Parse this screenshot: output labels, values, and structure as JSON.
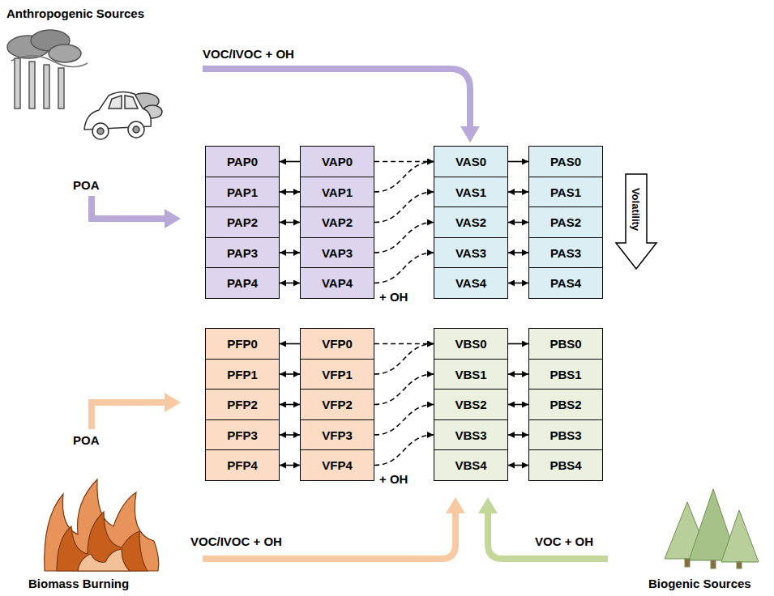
{
  "diagram": {
    "nodes": [
      {
        "text": [
          "PAP0"
        ]
      },
      {
        "text": [
          "PAP1"
        ]
      },
      {
        "text": [
          "PAP2"
        ]
      },
      {
        "text": [
          "PAP3"
        ]
      },
      {
        "text": [
          "PAP4"
        ]
      },
      {
        "text": [
          "VAP0"
        ]
      },
      {
        "text": [
          "VAP1"
        ]
      },
      {
        "text": [
          "VAP2"
        ]
      },
      {
        "text": [
          "VAP3"
        ]
      },
      {
        "text": [
          "VAP4"
        ]
      },
      {
        "text": [
          "VAS0"
        ]
      },
      {
        "text": [
          "VAS1"
        ]
      },
      {
        "text": [
          "VAS2"
        ]
      },
      {
        "text": [
          "VAS3"
        ]
      },
      {
        "text": [
          "VAS4"
        ]
      },
      {
        "text": [
          "PAS0"
        ]
      },
      {
        "text": [
          "PAS1"
        ]
      },
      {
        "text": [
          "PAS2"
        ]
      },
      {
        "text": [
          "PAS3"
        ]
      },
      {
        "text": [
          "PAS4"
        ]
      },
      {
        "text": [
          "PFP0"
        ]
      },
      {
        "text": [
          "PFP1"
        ]
      },
      {
        "text": [
          "PFP2"
        ]
      },
      {
        "text": [
          "PFP3"
        ]
      },
      {
        "text": [
          "PFP4"
        ]
      },
      {
        "text": [
          "VFP0"
        ]
      },
      {
        "text": [
          "VFP1"
        ]
      },
      {
        "text": [
          "VFP2"
        ]
      },
      {
        "text": [
          "VFP3"
        ]
      },
      {
        "text": [
          "VFP4"
        ]
      },
      {
        "text": [
          "VBS0"
        ]
      },
      {
        "text": [
          "VBS1"
        ]
      },
      {
        "text": [
          "VBS2"
        ]
      },
      {
        "text": [
          "VBS3"
        ]
      },
      {
        "text": [
          "VBS4"
        ]
      },
      {
        "text": [
          "PBS0"
        ]
      },
      {
        "text": [
          "PBS1"
        ]
      },
      {
        "text": [
          "PBS2"
        ]
      },
      {
        "text": [
          "PBS3"
        ]
      },
      {
        "text": [
          "PBS4"
        ]
      }
    ],
    "edges": [
      {
        "from": 5,
        "to": 0,
        "arrow": "to"
      },
      {
        "from": 1,
        "to": 6,
        "arrow": "both"
      },
      {
        "from": 2,
        "to": 7,
        "arrow": "both"
      },
      {
        "from": 3,
        "to": 8,
        "arrow": "both"
      },
      {
        "from": 4,
        "to": 9,
        "arrow": "both"
      },
      {
        "from": 5,
        "to": 10,
        "arrow": "to"
      },
      {
        "from": 6,
        "to": 10,
        "arrow": "to"
      },
      {
        "from": 7,
        "to": 11,
        "arrow": "to"
      },
      {
        "from": 8,
        "to": 12,
        "arrow": "to"
      },
      {
        "from": 9,
        "to": 13,
        "arrow": "to"
      },
      {
        "from": 10,
        "to": 15,
        "arrow": "to"
      },
      {
        "from": 11,
        "to": 16,
        "arrow": "both"
      },
      {
        "from": 12,
        "to": 17,
        "arrow": "both"
      },
      {
        "from": 13,
        "to": 18,
        "arrow": "both"
      },
      {
        "from": 14,
        "to": 19,
        "arrow": "both"
      },
      {
        "from": 25,
        "to": 20,
        "arrow": "to"
      },
      {
        "from": 21,
        "to": 26,
        "arrow": "both"
      },
      {
        "from": 22,
        "to": 27,
        "arrow": "both"
      },
      {
        "from": 23,
        "to": 28,
        "arrow": "both"
      },
      {
        "from": 24,
        "to": 29,
        "arrow": "both"
      },
      {
        "from": 25,
        "to": 30,
        "arrow": "to"
      },
      {
        "from": 26,
        "to": 30,
        "arrow": "to"
      },
      {
        "from": 27,
        "to": 31,
        "arrow": "to"
      },
      {
        "from": 28,
        "to": 32,
        "arrow": "to"
      },
      {
        "from": 29,
        "to": 33,
        "arrow": "to"
      },
      {
        "from": 30,
        "to": 35,
        "arrow": "to"
      },
      {
        "from": 31,
        "to": 36,
        "arrow": "both"
      },
      {
        "from": 32,
        "to": 37,
        "arrow": "both"
      },
      {
        "from": 33,
        "to": 38,
        "arrow": "both"
      },
      {
        "from": 34,
        "to": 39,
        "arrow": "both"
      }
    ],
    "labels": [
      "Anthropogenic Sources",
      "VOC/IVOC + OH",
      "POA",
      "Volatility",
      "+ OH",
      "+ OH",
      "POA",
      "VOC/IVOC + OH",
      "VOC + OH",
      "Biomass Burning",
      "Biogenic Sources"
    ]
  }
}
